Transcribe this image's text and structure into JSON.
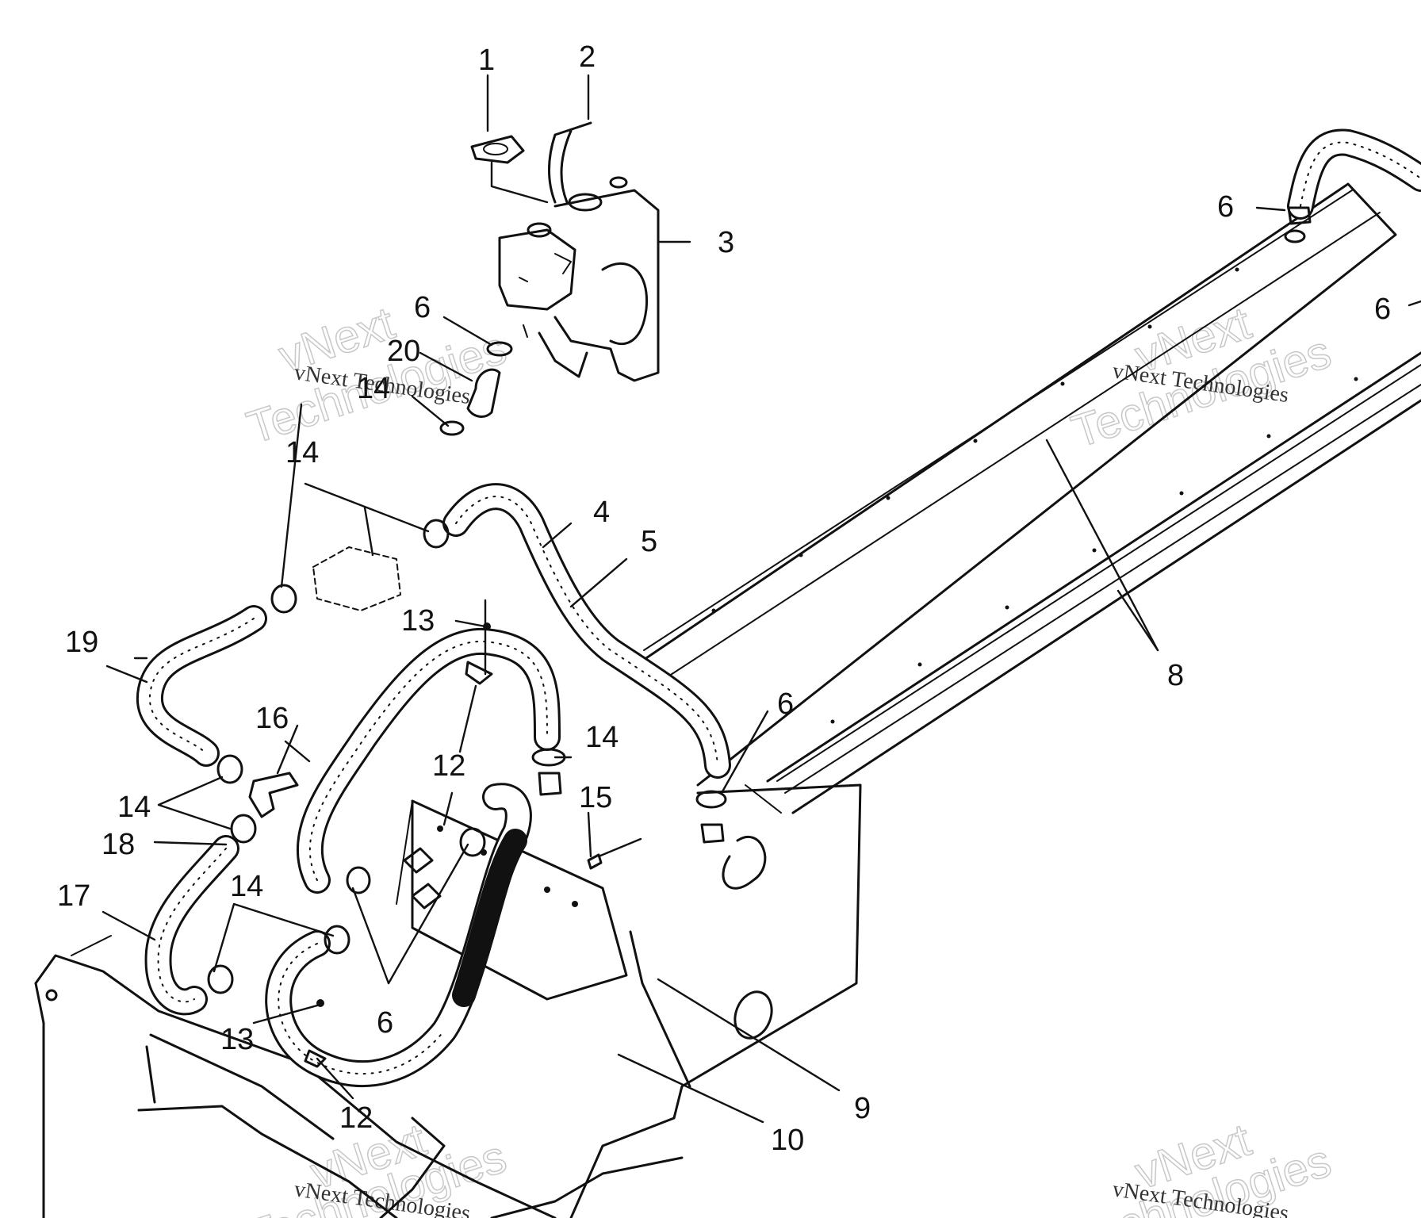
{
  "diagram": {
    "callouts": {
      "c1": "1",
      "c2": "2",
      "c3": "3",
      "c4": "4",
      "c5": "5",
      "c6a": "6",
      "c6b": "6",
      "c6c": "6",
      "c6d": "6",
      "c6e": "6",
      "c8": "8",
      "c9": "9",
      "c10": "10",
      "c12a": "12",
      "c12b": "12",
      "c13a": "13",
      "c13b": "13",
      "c14a": "14",
      "c14b": "14",
      "c14c": "14",
      "c14d": "14",
      "c14e": "14",
      "c15": "15",
      "c16": "16",
      "c17": "17",
      "c18": "18",
      "c19": "19",
      "c20": "20"
    },
    "watermarks": {
      "big_1": "vNext",
      "big_2": "Technologies",
      "small_1": "vNext Technologies",
      "big_3": "vNext",
      "big_4": "Technologies",
      "small_2": "vNext Technologies",
      "big_5": "vNext",
      "big_6": "Technologies",
      "small_3": "vNext Technologies",
      "big_7": "vNext",
      "big_8": "Technologies",
      "small_4": "vNext Technologies"
    }
  }
}
